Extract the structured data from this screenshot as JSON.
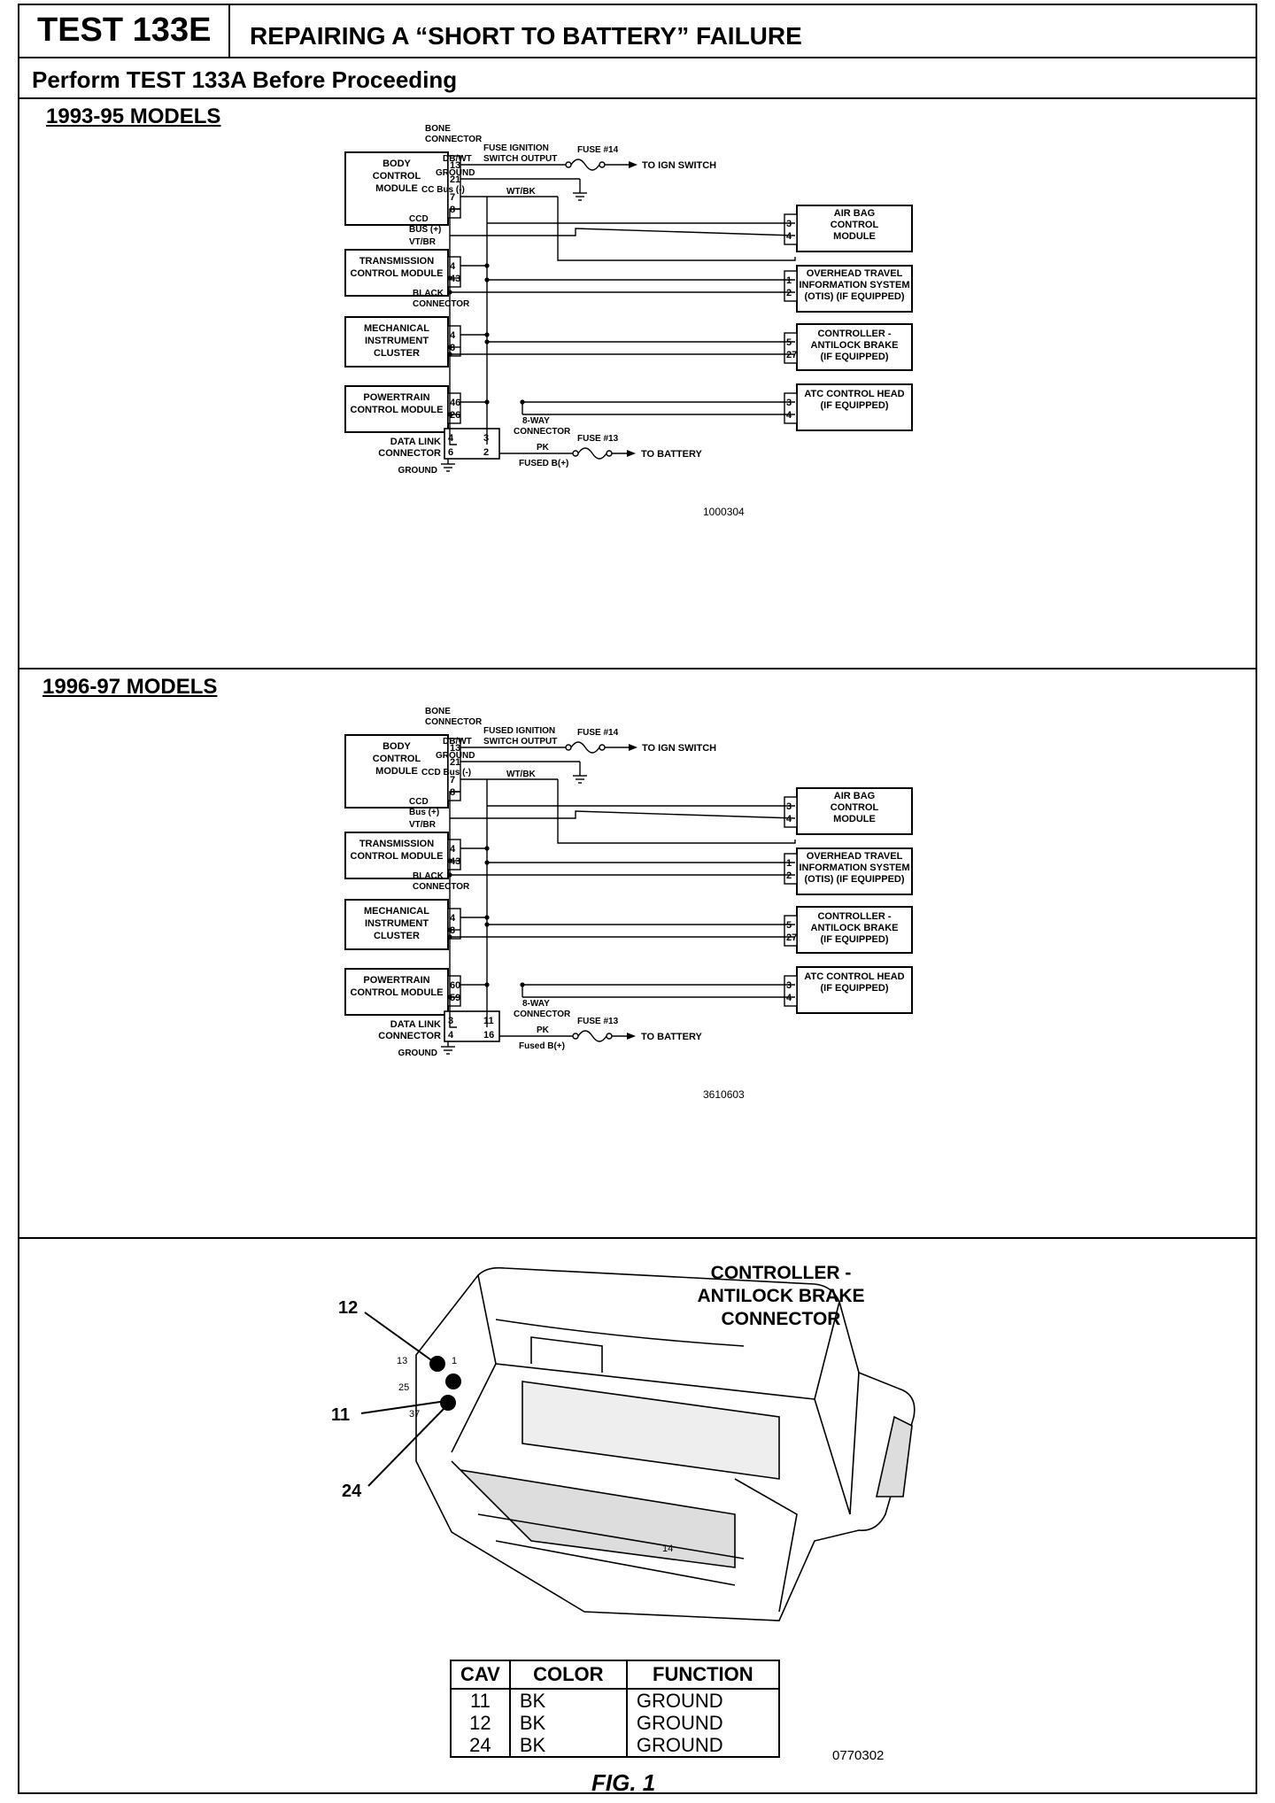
{
  "header": {
    "test_id": "TEST 133E",
    "title": "REPAIRING A “SHORT TO BATTERY” FAILURE",
    "subtitle": "Perform TEST 133A Before Proceeding"
  },
  "diagram_1993": {
    "heading": "1993-95 MODELS",
    "ref": "1000304",
    "bone_connector": [
      "BONE",
      "CONNECTOR"
    ],
    "black_connector": [
      "BLACK",
      "CONNECTOR"
    ],
    "eight_way": [
      "8-WAY",
      "CONNECTOR"
    ],
    "bcm": {
      "lines": [
        "BODY",
        "CONTROL",
        "MODULE"
      ],
      "pins": [
        "13",
        "21",
        "7",
        "8"
      ]
    },
    "tcm": {
      "lines": [
        "TRANSMISSION",
        "CONTROL MODULE"
      ],
      "pins": [
        "4",
        "43"
      ]
    },
    "mic": {
      "lines": [
        "MECHANICAL",
        "INSTRUMENT",
        "CLUSTER"
      ],
      "pins": [
        "4",
        "3"
      ]
    },
    "pcm": {
      "lines": [
        "POWERTRAIN",
        "CONTROL MODULE"
      ],
      "pins": [
        "46",
        "26"
      ]
    },
    "airbag": {
      "lines": [
        "AIR BAG",
        "CONTROL",
        "MODULE"
      ],
      "pins": [
        "3",
        "4"
      ]
    },
    "otis": {
      "lines": [
        "OVERHEAD TRAVEL",
        "INFORMATION SYSTEM",
        "(OTIS) (IF EQUIPPED)"
      ],
      "pins": [
        "1",
        "2"
      ]
    },
    "abs": {
      "lines": [
        "CONTROLLER -",
        "ANTILOCK BRAKE",
        "(IF EQUIPPED)"
      ],
      "pins": [
        "5",
        "27"
      ]
    },
    "atc": {
      "lines": [
        "ATC CONTROL HEAD",
        "(IF EQUIPPED)"
      ],
      "pins": [
        "3",
        "4"
      ]
    },
    "dlc": {
      "lines": [
        "DATA LINK",
        "CONNECTOR"
      ],
      "pins_left": [
        "4",
        "6"
      ],
      "pins_right": [
        "3",
        "2"
      ]
    },
    "wires": {
      "dbwt": "DB/WT",
      "ground": "GROUND",
      "ccd_minus": "CC Bus (-)",
      "wtbk": "WT/BK",
      "ccd_plus": [
        "CCD",
        "BUS (+)"
      ],
      "vtbr": "VT/BR",
      "pk": "PK",
      "fused_b": "FUSED B(+)",
      "ground_bottom": "GROUND"
    },
    "fuse14": {
      "label": "FUSE #14",
      "source": [
        "FUSE IGNITION",
        "SWITCH OUTPUT"
      ],
      "dest": "TO IGN SWITCH"
    },
    "fuse13": {
      "label": "FUSE #13",
      "dest": "TO BATTERY"
    }
  },
  "diagram_1996": {
    "heading": "1996-97 MODELS",
    "ref": "3610603",
    "bone_connector": [
      "BONE",
      "CONNECTOR"
    ],
    "black_connector": [
      "BLACK",
      "CONNECTOR"
    ],
    "eight_way": [
      "8-WAY",
      "CONNECTOR"
    ],
    "bcm": {
      "lines": [
        "BODY",
        "CONTROL",
        "MODULE"
      ],
      "pins": [
        "13",
        "21",
        "7",
        "8"
      ]
    },
    "tcm": {
      "lines": [
        "TRANSMISSION",
        "CONTROL MODULE"
      ],
      "pins": [
        "4",
        "43"
      ]
    },
    "mic": {
      "lines": [
        "MECHANICAL",
        "INSTRUMENT",
        "CLUSTER"
      ],
      "pins": [
        "4",
        "3"
      ]
    },
    "pcm": {
      "lines": [
        "POWERTRAIN",
        "CONTROL MODULE"
      ],
      "pins": [
        "60",
        "59"
      ]
    },
    "airbag": {
      "lines": [
        "AIR BAG",
        "CONTROL",
        "MODULE"
      ],
      "pins": [
        "3",
        "4"
      ]
    },
    "otis": {
      "lines": [
        "OVERHEAD TRAVEL",
        "INFORMATION SYSTEM",
        "(OTIS) (IF EQUIPPED)"
      ],
      "pins": [
        "1",
        "2"
      ]
    },
    "abs": {
      "lines": [
        "CONTROLLER -",
        "ANTILOCK BRAKE",
        "(IF EQUIPPED)"
      ],
      "pins": [
        "5",
        "27"
      ]
    },
    "atc": {
      "lines": [
        "ATC CONTROL HEAD",
        "(IF EQUIPPED)"
      ],
      "pins": [
        "3",
        "4"
      ]
    },
    "dlc": {
      "lines": [
        "DATA LINK",
        "CONNECTOR"
      ],
      "pins_left": [
        "3",
        "4"
      ],
      "pins_right": [
        "11",
        "16"
      ]
    },
    "wires": {
      "dbwt": "DB/WT",
      "ground": "GROUND",
      "ccd_minus": "CCD Bus (-)",
      "wtbk": "WT/BK",
      "ccd_plus": [
        "CCD",
        "Bus (+)"
      ],
      "vtbr": "VT/BR",
      "pk": "PK",
      "fused_b": "Fused B(+)",
      "ground_bottom": "GROUND"
    },
    "fuse14": {
      "label": "FUSE #14",
      "source": [
        "FUSED IGNITION",
        "SWITCH OUTPUT"
      ],
      "dest": "TO IGN SWITCH"
    },
    "fuse13": {
      "label": "FUSE #13",
      "dest": "TO BATTERY"
    }
  },
  "connector_fig": {
    "title": [
      "CONTROLLER -",
      "ANTILOCK BRAKE",
      "CONNECTOR"
    ],
    "callouts": [
      "12",
      "11",
      "24"
    ],
    "pin_numbers": [
      "13",
      "25",
      "37",
      "1",
      "14"
    ],
    "ref": "0770302",
    "table": {
      "headers": [
        "CAV",
        "COLOR",
        "FUNCTION"
      ],
      "rows": [
        [
          "11",
          "BK",
          "GROUND"
        ],
        [
          "12",
          "BK",
          "GROUND"
        ],
        [
          "24",
          "BK",
          "GROUND"
        ]
      ]
    },
    "caption": "FIG. 1"
  }
}
